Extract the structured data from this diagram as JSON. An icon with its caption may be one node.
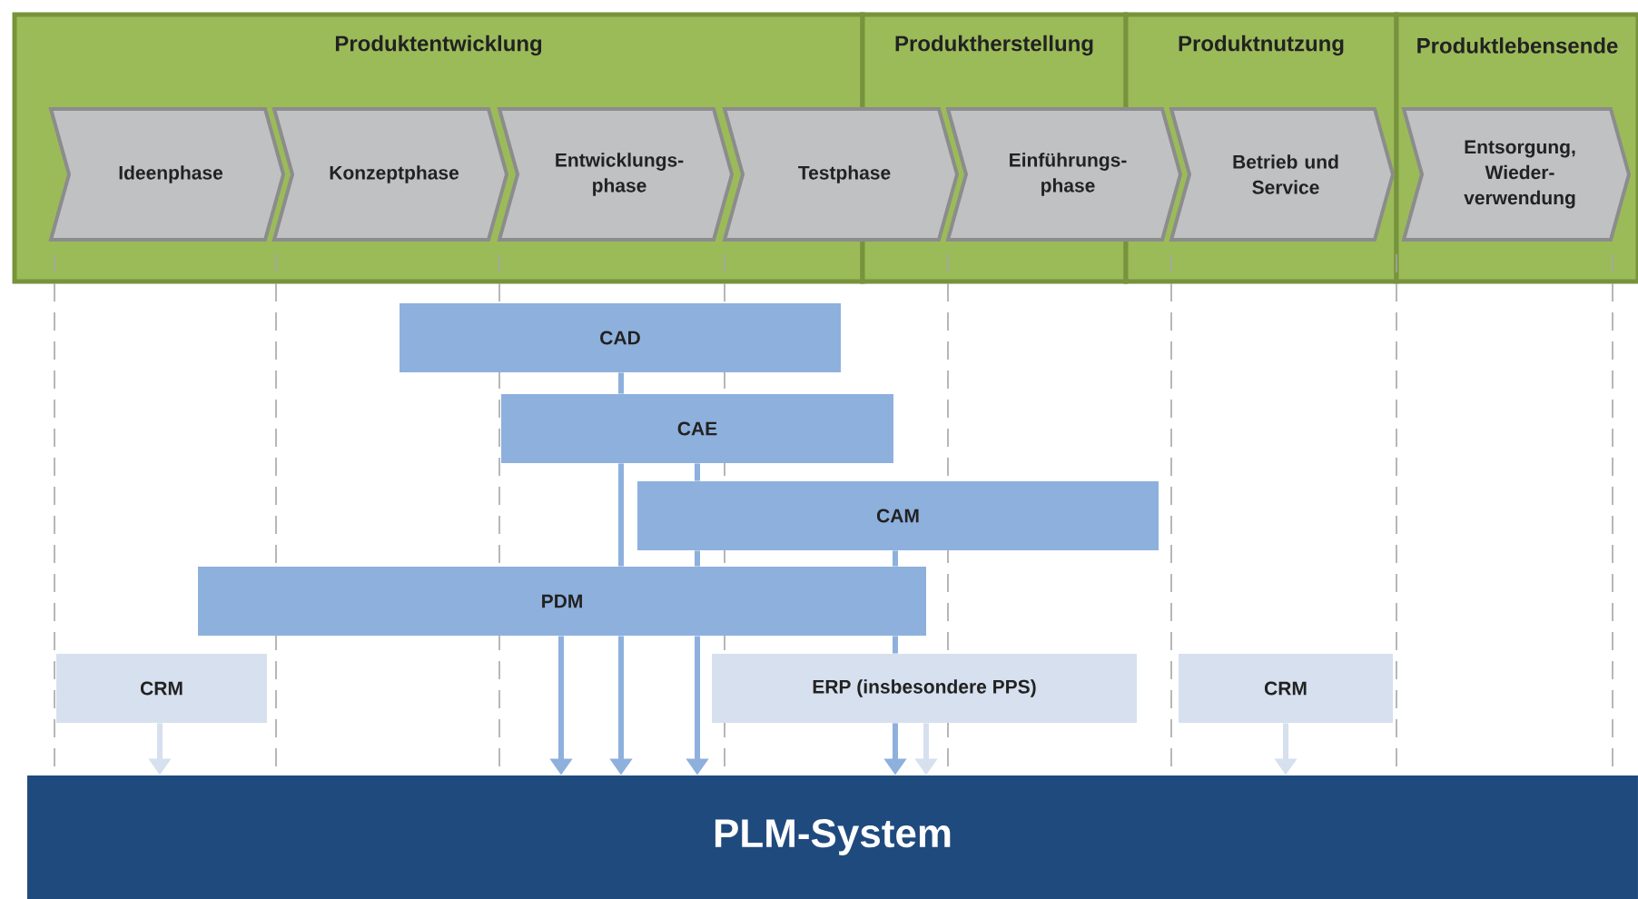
{
  "diagram": {
    "nodes": [
      {
        "text": [
          "Produktentwicklung"
        ]
      },
      {
        "text": [
          "Produktherstellung"
        ]
      },
      {
        "text": [
          "Produktnutzung"
        ]
      },
      {
        "text": [
          "Produktlebensende"
        ]
      },
      {
        "text": [
          "Ideenphase"
        ],
        "in": 0
      },
      {
        "text": [
          "Konzeptphase"
        ],
        "in": 0
      },
      {
        "text": [
          "Entwicklungs- phase"
        ],
        "in": 0
      },
      {
        "text": [
          "Testphase"
        ]
      },
      {
        "text": [
          "Einführungs- phase"
        ]
      },
      {
        "text": [
          "Betrieb und Service"
        ],
        "in": 2
      },
      {
        "text": [
          "Entsorgung, Wieder- verwendung"
        ],
        "in": 3
      },
      {
        "text": [
          "CAD"
        ]
      },
      {
        "text": [
          "CAE"
        ]
      },
      {
        "text": [
          "CAM"
        ]
      },
      {
        "text": [
          "PDM"
        ]
      },
      {
        "text": [
          "CRM"
        ]
      },
      {
        "text": [
          "ERP (insbesondere PPS)"
        ]
      },
      {
        "text": [
          "CRM"
        ]
      },
      {
        "text": [
          "PLM-System"
        ]
      }
    ],
    "edges": [
      {
        "from": 15,
        "to": 18,
        "arrow": "to",
        "color": "#d6e0ee"
      },
      {
        "from": 14,
        "to": 18,
        "arrow": "to"
      },
      {
        "from": 11,
        "to": 12,
        "arrow": "none"
      },
      {
        "from": 12,
        "to": 14,
        "arrow": "none"
      },
      {
        "from": 14,
        "to": 18,
        "arrow": "to"
      },
      {
        "from": 12,
        "to": 13,
        "arrow": "none"
      },
      {
        "from": 13,
        "to": 14,
        "arrow": "none"
      },
      {
        "from": 14,
        "to": 18,
        "arrow": "to"
      },
      {
        "from": 13,
        "to": 14,
        "arrow": "none"
      },
      {
        "from": 14,
        "to": 16,
        "arrow": "none"
      },
      {
        "from": 16,
        "to": 18,
        "arrow": "to"
      },
      {
        "from": 16,
        "to": 18,
        "arrow": "to",
        "color": "#d6e0ee"
      },
      {
        "from": 17,
        "to": 18,
        "arrow": "to",
        "color": "#d6e0ee"
      }
    ]
  }
}
